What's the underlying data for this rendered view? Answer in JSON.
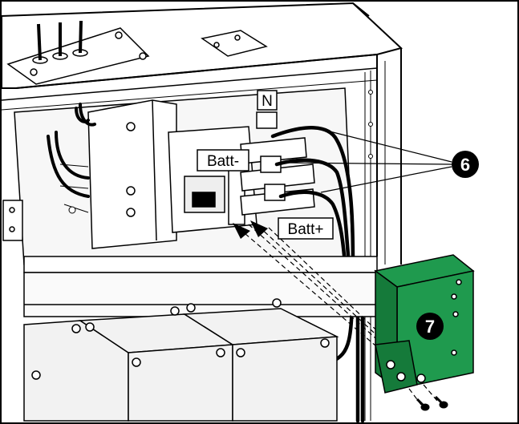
{
  "labels": {
    "neutral": "N",
    "battery_negative": "Batt-",
    "battery_positive": "Batt+"
  },
  "callouts": {
    "cables": "6",
    "cover": "7"
  },
  "colors": {
    "cover_green": "#1f9a4e",
    "cover_green_dark": "#157a3a",
    "callout_fill": "#000000",
    "line": "#000000",
    "background": "#ffffff",
    "cabinet_grey": "#f2f2f2"
  }
}
